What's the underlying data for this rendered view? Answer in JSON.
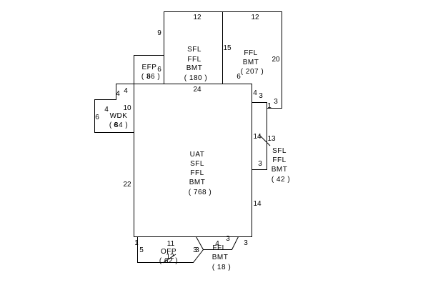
{
  "colors": {
    "line": "#000000",
    "background": "#ffffff"
  },
  "areas": {
    "top_left": {
      "lines": [
        "SFL",
        "FFL",
        "BMT",
        "( 180 )"
      ]
    },
    "top_right": {
      "lines": [
        "FFL",
        "BMT",
        "( 207 )"
      ]
    },
    "main": {
      "lines": [
        "UAT",
        "SFL",
        "FFL",
        "BMT",
        "( 768 )"
      ]
    },
    "right": {
      "lines": [
        "SFL",
        "FFL",
        "BMT",
        "( 42 )"
      ]
    },
    "efp": {
      "lines": [
        "EFP",
        "( 36 )"
      ]
    },
    "wdk": {
      "lines": [
        "WDK",
        "( 84 )"
      ]
    },
    "ofp": {
      "lines": [
        "OFP",
        "( 62 )"
      ]
    },
    "bottom": {
      "lines": [
        "FFL",
        "BMT",
        "( 18 )"
      ]
    }
  },
  "dimensions": {
    "top_left_width": "12",
    "top_right_width": "12",
    "top_left_height": "9",
    "top_mid_height": "15",
    "top_right_height": "20",
    "top_right_step": "6",
    "main_top": "24",
    "efp_side": "6",
    "efp_bottom": "6",
    "wdk_step_top": "4",
    "wdk_step_side": "4",
    "wdk_top": "4",
    "wdk_height": "10",
    "wdk_left": "6",
    "wdk_bottom": "6",
    "main_left": "22",
    "right_notch_top": "4",
    "right_notch_side": "3",
    "right_small": "1",
    "right_wall_3": "3",
    "right_upper": "14",
    "right_width": "13",
    "right_lower_3": "3",
    "right_lower": "14",
    "ofp_top": "11",
    "ofp_left": "5",
    "ofp_left_small": "1",
    "ofp_right": "3",
    "ofp_bottom": "12",
    "bottom_left": "3",
    "bottom_top": "4",
    "bottom_top_right": "3",
    "bottom_right": "3"
  }
}
